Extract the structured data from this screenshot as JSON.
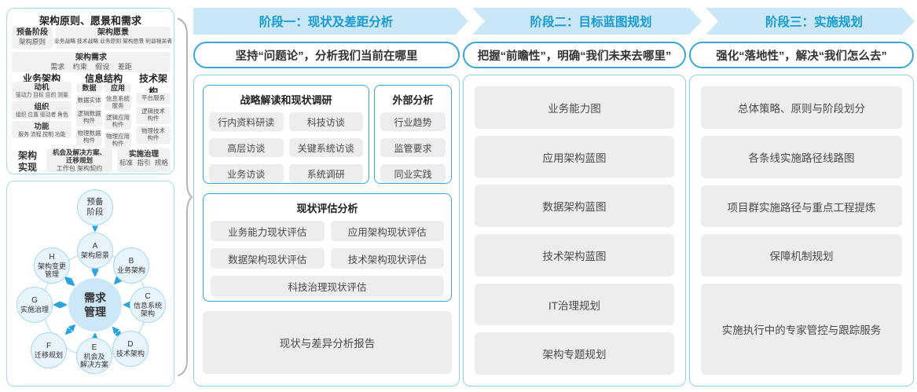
{
  "left_panel": {
    "title": "架构原则、愿景和需求",
    "prep": {
      "title": "预备阶段",
      "item": "架构原则"
    },
    "vision": {
      "title": "架构愿景",
      "items": "业务战略 技术战略 业务原则 架构愿景 利益相关者"
    },
    "requirements": {
      "title": "架构需求",
      "items": "需求 约束 假设 差距"
    },
    "business": {
      "title": "业务架构",
      "groups": [
        {
          "title": "动机",
          "sub": "驱动力 目标 目的 测量"
        },
        {
          "title": "组织",
          "sub": "组织 位置 驱动者 角色"
        },
        {
          "title": "功能",
          "sub": "服务 流程 控制 功能"
        }
      ]
    },
    "info": {
      "title": "信息结构",
      "data_col": {
        "header": "数据",
        "items": [
          "数据实体",
          "逻辑数据\n构件",
          "物理数据\n构件"
        ]
      },
      "app_col": {
        "header": "应用",
        "items": [
          "信息系统\n服务",
          "逻辑应用\n构件",
          "物理应用\n构件"
        ]
      }
    },
    "tech": {
      "title": "技术架构",
      "items": [
        "平台服务",
        "逻辑技术\n构件",
        "物理技术\n构件"
      ]
    },
    "realization": {
      "label": "架构\n实现",
      "solutions": {
        "title": "机会及解决方案、\n迁移规划",
        "sub": "工作包 架构契约"
      },
      "governance": {
        "title": "实施治理",
        "sub": "标准 指引 规格"
      }
    }
  },
  "adm": {
    "prep": "预备\n阶段",
    "center": "需求\n管理",
    "nodes": [
      {
        "letter": "A",
        "label": "架构愿景"
      },
      {
        "letter": "B",
        "label": "业务架构"
      },
      {
        "letter": "C",
        "label": "信息系统\n架构"
      },
      {
        "letter": "D",
        "label": "技术架构"
      },
      {
        "letter": "E",
        "label": "机会及\n解决方案"
      },
      {
        "letter": "F",
        "label": "迁移规划"
      },
      {
        "letter": "G",
        "label": "实施治理"
      },
      {
        "letter": "H",
        "label": "架构变更\n管理"
      }
    ]
  },
  "phases": [
    {
      "header": "阶段一：现状及差距分析",
      "subtitle": "坚持“问题论”，分析我们当前在哪里",
      "group1": {
        "title": "战略解读和现状调研",
        "items": [
          "行内资料研读",
          "科技访谈",
          "高层访谈",
          "关键系统访谈",
          "业务访谈",
          "系统调研"
        ]
      },
      "group2": {
        "title": "外部分析",
        "items": [
          "行业趋势",
          "监管要求",
          "同业实践"
        ]
      },
      "group3": {
        "title": "现状评估分析",
        "items": [
          "业务能力现状评估",
          "应用架构现状评估",
          "数据架构现状评估",
          "技术架构现状评估",
          "科技治理现状评估"
        ]
      },
      "report": "现状与差异分析报告"
    },
    {
      "header": "阶段二：目标蓝图规划",
      "subtitle": "把握“前瞻性”，明确“我们未来去哪里”",
      "items": [
        "业务能力图",
        "应用架构蓝图",
        "数据架构蓝图",
        "技术架构蓝图",
        "IT治理规划",
        "架构专题规划"
      ]
    },
    {
      "header": "阶段三：实施规划",
      "subtitle": "强化“落地性”，解决“我们怎么去”",
      "items": [
        "总体策略、原则与阶段划分",
        "各条线实施路径线路图",
        "项目群实施路径与重点工程提炼",
        "保障机制规划",
        "实施执行中的专家管控与跟踪服务"
      ]
    }
  ],
  "colors": {
    "band_bg": "#c9e7f6",
    "band_text": "#189ad6",
    "accent_blue": "#35a7dd",
    "panel_border": "#8ecfee",
    "chip_bg": "#ededed",
    "node_fill": "#e8f4fc",
    "node_border": "#a6d8f2",
    "center_fill": "#cce7f7",
    "arrow_blue": "#29a3dd"
  }
}
